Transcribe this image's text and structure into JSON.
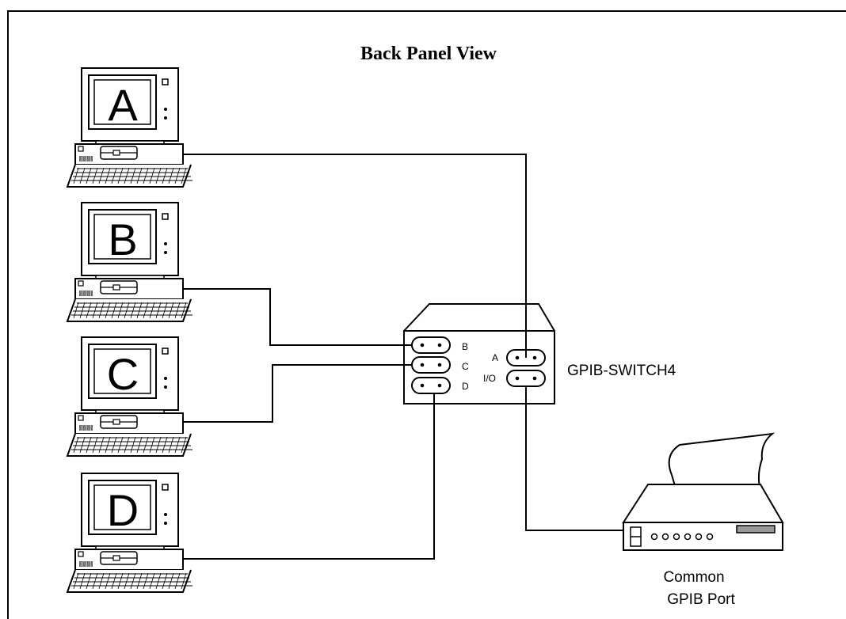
{
  "title": "Back Panel View",
  "computers": [
    {
      "letter": "A"
    },
    {
      "letter": "B"
    },
    {
      "letter": "C"
    },
    {
      "letter": "D"
    }
  ],
  "switch": {
    "name": "GPIB-SWITCH4",
    "port_labels": {
      "b": "B",
      "c": "C",
      "d": "D",
      "a": "A",
      "io": "I/O"
    }
  },
  "printer": {
    "label_line1": "Common",
    "label_line2": "GPIB Port"
  }
}
